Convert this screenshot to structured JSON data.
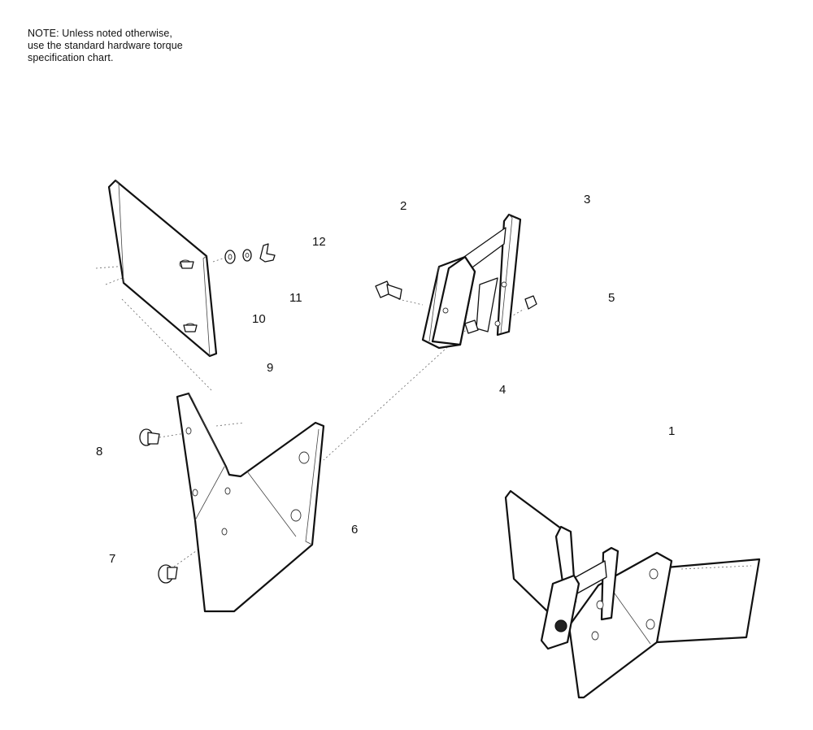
{
  "note": {
    "lines": [
      "NOTE: Unless noted otherwise,",
      "use the standard hardware torque",
      "specification chart."
    ]
  },
  "callouts": [
    "1",
    "2",
    "3",
    "4",
    "5",
    "6",
    "7",
    "8",
    "9",
    "10",
    "11",
    "12"
  ]
}
